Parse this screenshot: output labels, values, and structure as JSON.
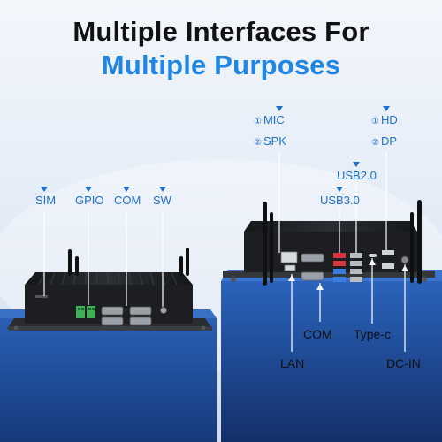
{
  "headline": {
    "line1": "Multiple Interfaces For",
    "line2": "Multiple Purposes"
  },
  "left_device": {
    "labels": {
      "sim": "SIM",
      "gpio": "GPIO",
      "com": "COM",
      "sw": "SW"
    }
  },
  "right_device": {
    "top_labels": {
      "mic_num": "①",
      "mic": "MIC",
      "spk_num": "②",
      "spk": "SPK",
      "hd_num": "①",
      "hd": "HD",
      "dp_num": "②",
      "dp": "DP",
      "usb2": "USB2.0",
      "usb3": "USB3.0"
    },
    "bottom_labels": {
      "lan": "LAN",
      "com": "COM",
      "typec": "Type-c",
      "dcin": "DC-IN"
    }
  },
  "colors": {
    "accent": "#1f86e8",
    "label_blue": "#1e6fcf",
    "device_body": "#1c1e22",
    "pedestal": "#1f4fa0",
    "usb3_port": "#3b7de0",
    "usb_red": "#d8363a",
    "gpio_green": "#3fae57"
  }
}
